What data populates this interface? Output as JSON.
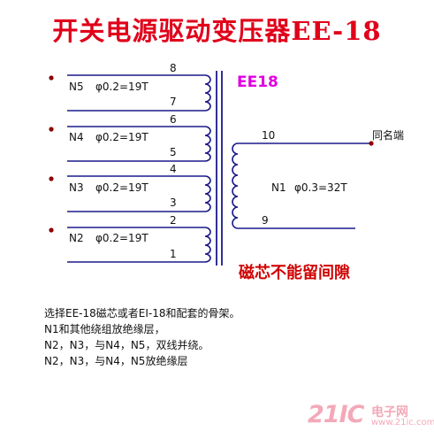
{
  "title": "开关电源驱动变压器EE-18",
  "core_label": "EE18",
  "core_note": "磁芯不能留间隙",
  "primary_windings": [
    {
      "name": "N5",
      "spec": "φ0.2=19T",
      "pin_top": "8",
      "pin_bottom": "7"
    },
    {
      "name": "N4",
      "spec": "φ0.2=19T",
      "pin_top": "6",
      "pin_bottom": "5"
    },
    {
      "name": "N3",
      "spec": "φ0.2=19T",
      "pin_top": "4",
      "pin_bottom": "3"
    },
    {
      "name": "N2",
      "spec": "φ0.2=19T",
      "pin_top": "2",
      "pin_bottom": "1"
    }
  ],
  "secondary_winding": {
    "name": "N1",
    "spec": "φ0.3=32T",
    "pin_top": "10",
    "pin_bottom": "9"
  },
  "dot_label": "同名端",
  "notes": [
    "选择EE-18磁芯或者EI-18和配套的骨架。",
    "N1和其他绕组放绝缘层，",
    "N2，N3，与N4，N5，双线并绕。",
    "N2，N3，与N4，N5放绝缘层"
  ],
  "watermark": {
    "brand": "21IC",
    "cn": "电子网",
    "url": "www.21ic.com"
  },
  "colors": {
    "title": "#e0001a",
    "core_label": "#e000e0",
    "core_note": "#d00000",
    "line": "#1a1a8c"
  }
}
